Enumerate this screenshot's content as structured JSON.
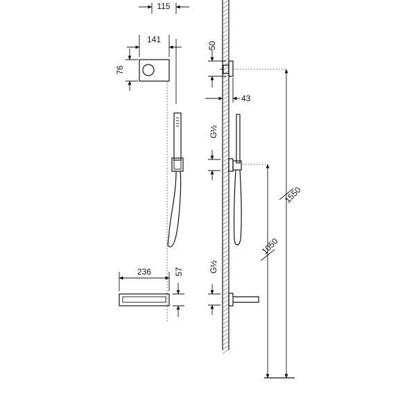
{
  "dimensions": {
    "control_width": "115",
    "plate_width": "141",
    "plate_height": "76",
    "control_projection_height": "50",
    "wall_projection": "43",
    "thread_upper": "G½",
    "spout_length": "236",
    "spout_height": "57",
    "thread_lower": "G½",
    "control_height": "1550",
    "outlet_height": "1050"
  },
  "colors": {
    "line": "#111111",
    "wall_hatch": "#8a8a8a",
    "dotted": "#555555"
  }
}
